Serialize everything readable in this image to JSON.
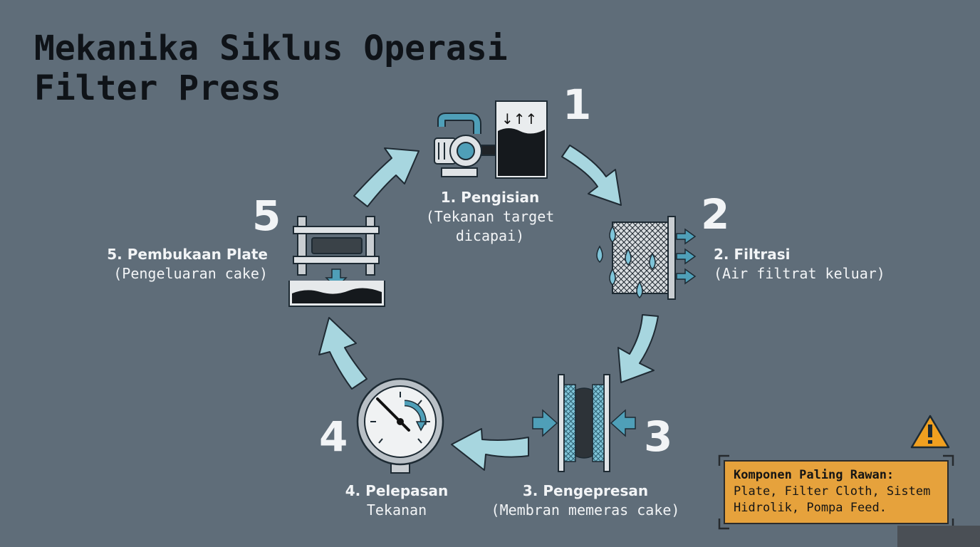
{
  "title_line1": "Mekanika Siklus Operasi",
  "title_line2": "Filter Press",
  "steps": [
    {
      "number": "1",
      "title": "1. Pengisian",
      "subtitle_line1": "(Tekanan target",
      "subtitle_line2": "dicapai)"
    },
    {
      "number": "2",
      "title": "2. Filtrasi",
      "subtitle": "(Air filtrat keluar)"
    },
    {
      "number": "3",
      "title": "3. Pengepresan",
      "subtitle": "(Membran memeras cake)"
    },
    {
      "number": "4",
      "title": "4. Pelepasan",
      "subtitle": "Tekanan"
    },
    {
      "number": "5",
      "title": "5. Pembukaan Plate",
      "subtitle": "(Pengeluaran cake)"
    }
  ],
  "note": {
    "heading": "Komponen Paling Rawan:",
    "line1": "Plate, Filter Cloth, Sistem",
    "line2": "Hidrolik, Pompa Feed."
  },
  "icons": [
    "pump-tank-icon",
    "filter-cloth-icon",
    "membrane-press-icon",
    "pressure-gauge-icon",
    "plate-opening-icon",
    "warning-icon"
  ],
  "colors": {
    "background": "#5f6d79",
    "arrow": "#a7d6df",
    "accent_blue": "#4f9fb8",
    "note_bg": "#e6a23c",
    "warning": "#f0a020"
  }
}
